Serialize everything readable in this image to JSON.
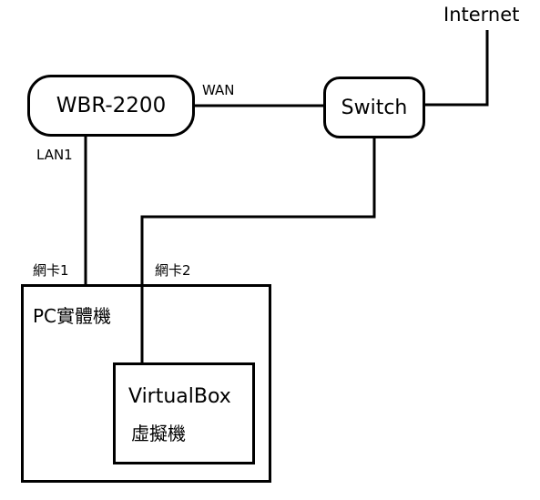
{
  "diagram": {
    "internet": {
      "label": "Internet"
    },
    "router": {
      "label": "WBR-2200"
    },
    "switch": {
      "label": "Switch"
    },
    "links": {
      "wan": "WAN",
      "lan1": "LAN1",
      "nic1": "網卡1",
      "nic2": "網卡2"
    },
    "pc": {
      "label": "PC實體機"
    },
    "vm": {
      "title": "VirtualBox",
      "subtitle": "虛擬機"
    }
  },
  "colors": {
    "line": "#000000",
    "background": "#ffffff"
  }
}
